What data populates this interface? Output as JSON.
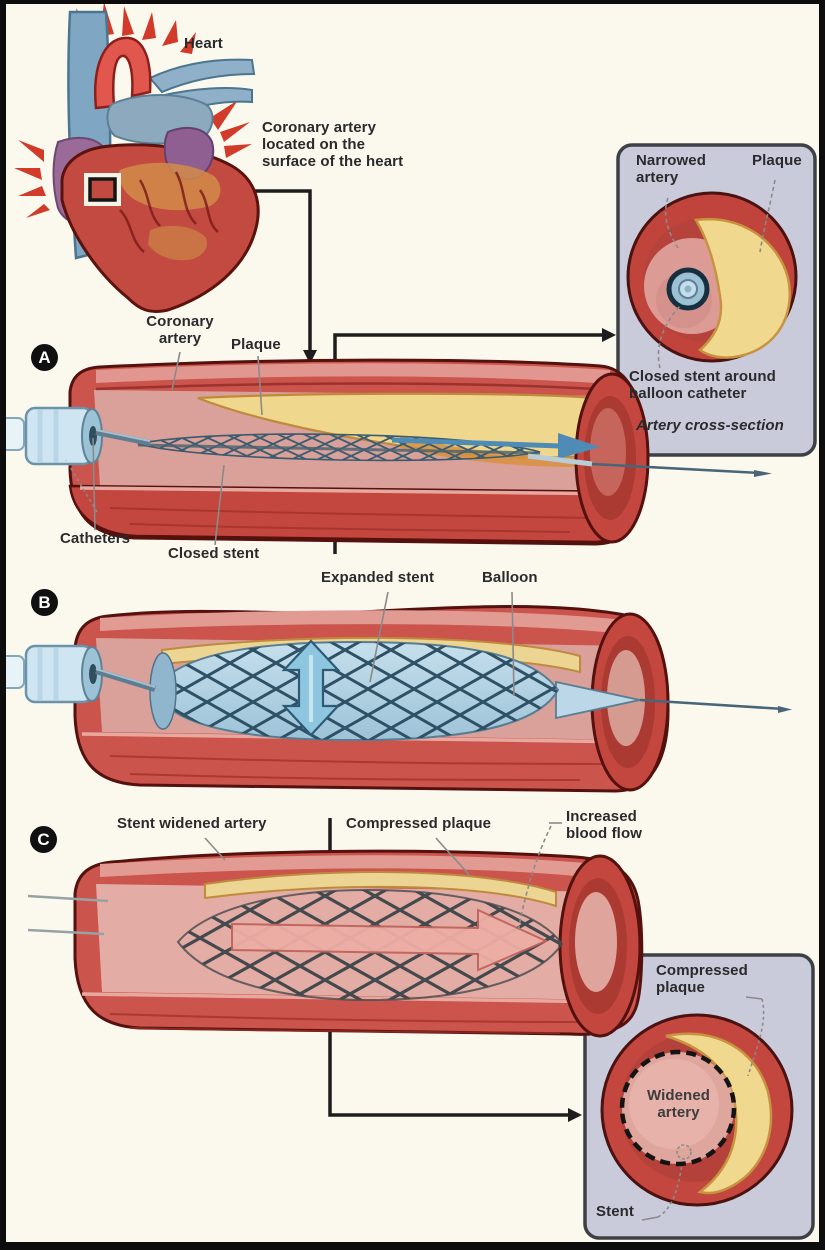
{
  "figure": {
    "description": "Coronary artery stent placement procedure diagram, three-step (A, B, C) with two artery cross-section insets"
  },
  "heart_section": {
    "heart_label": "Heart",
    "callout": "Coronary artery located on the surface of the heart"
  },
  "panels": {
    "a": {
      "badge": "A",
      "coronary_artery": "Coronary artery",
      "plaque": "Plaque",
      "catheters": "Catheters",
      "closed_stent": "Closed stent"
    },
    "b": {
      "badge": "B",
      "expanded_stent": "Expanded stent",
      "balloon": "Balloon"
    },
    "c": {
      "badge": "C",
      "stent_widened_artery": "Stent widened artery",
      "compressed_plaque": "Compressed plaque",
      "increased_blood_flow": "Increased blood flow"
    }
  },
  "inset_top": {
    "narrowed_artery": "Narrowed artery",
    "plaque": "Plaque",
    "caption": "Closed stent around balloon catheter",
    "type_label": "Artery cross-section"
  },
  "inset_bottom": {
    "compressed_plaque": "Compressed plaque",
    "widened_artery": "Widened artery",
    "stent": "Stent"
  },
  "colors": {
    "background": "#fbf9ee",
    "inset_background": "#c9cbdb",
    "artery_red": "#cb544c",
    "artery_outline": "#54110e",
    "lumen_pink": "#daa09a",
    "plaque_yellow": "#efd78d",
    "stent_blue": "#8fb0c2",
    "balloon_blue": "#b2d2e4",
    "flow_arrow_blue": "#4e8cb5",
    "flow_arrow_pink": "#edaea6",
    "label_text": "#2a2a2c"
  }
}
